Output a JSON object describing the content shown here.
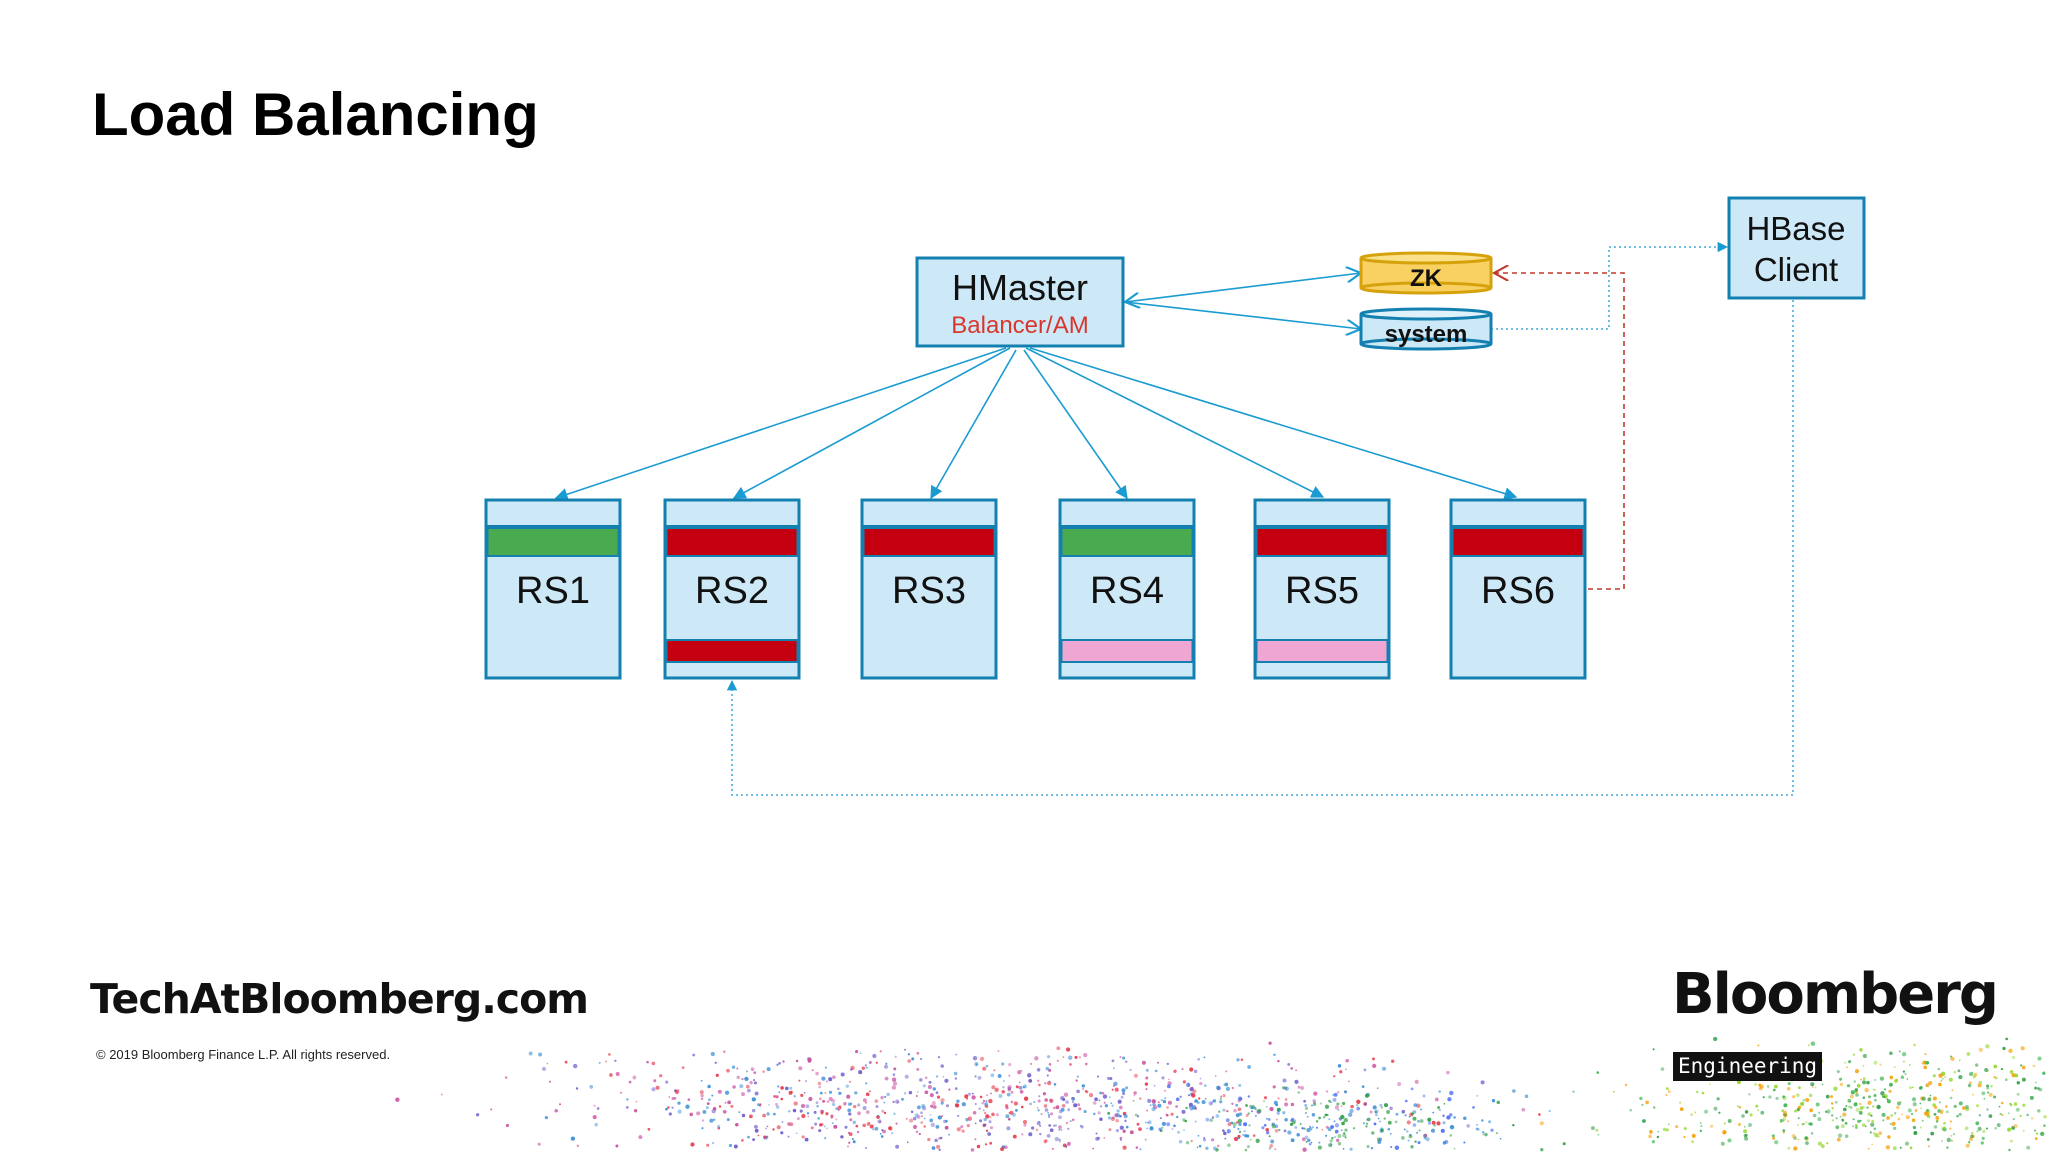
{
  "slide": {
    "title": "Load Balancing",
    "footer_site": "TechAtBloomberg.com",
    "copyright": "© 2019 Bloomberg Finance L.P. All rights reserved.",
    "brand": "Bloomberg",
    "brand_tag": "Engineering"
  },
  "diagram": {
    "hmaster": {
      "title": "HMaster",
      "subtitle": "Balancer/AM"
    },
    "zk": "ZK",
    "system": "system",
    "client": {
      "line1": "HBase",
      "line2": "Client"
    },
    "region_servers": [
      {
        "name": "RS1",
        "regions": [
          "green"
        ]
      },
      {
        "name": "RS2",
        "regions": [
          "red",
          "red"
        ]
      },
      {
        "name": "RS3",
        "regions": [
          "red"
        ]
      },
      {
        "name": "RS4",
        "regions": [
          "green",
          "pink"
        ]
      },
      {
        "name": "RS5",
        "regions": [
          "red",
          "pink"
        ]
      },
      {
        "name": "RS6",
        "regions": [
          "red"
        ]
      }
    ]
  },
  "colors": {
    "box_fill": "#cde9f8",
    "box_stroke": "#1480b0",
    "arrow": "#1a9bd2",
    "zk_fill": "#f9d163",
    "zk_stroke": "#d6a20c",
    "dashed_red": "#c0392b",
    "subtitle": "#d9362b",
    "region_green": "#4aaa4f",
    "region_red": "#c40010",
    "region_pink": "#f0a6d2"
  }
}
